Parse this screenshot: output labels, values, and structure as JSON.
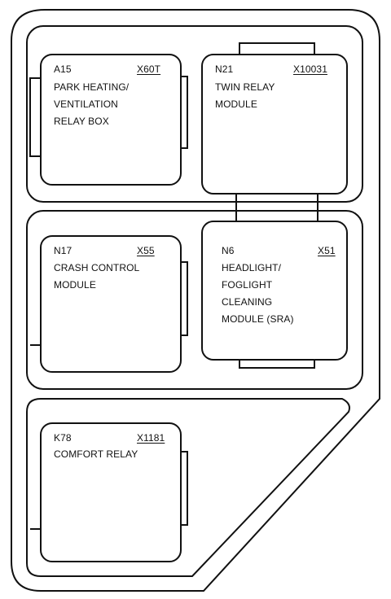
{
  "relays": [
    {
      "id": "A15",
      "connector": "X60T",
      "lines": [
        "PARK HEATING/",
        "VENTILATION",
        "RELAY BOX"
      ]
    },
    {
      "id": "N21",
      "connector": "X10031",
      "lines": [
        "TWIN RELAY",
        "MODULE"
      ]
    },
    {
      "id": "N17",
      "connector": "X55",
      "lines": [
        "CRASH CONTROL",
        "MODULE"
      ]
    },
    {
      "id": "N6",
      "connector": "X51",
      "lines": [
        "HEADLIGHT/",
        "FOGLIGHT",
        "CLEANING",
        "MODULE (SRA)"
      ]
    },
    {
      "id": "K78",
      "connector": "X1181",
      "lines": [
        "COMFORT RELAY"
      ]
    }
  ]
}
